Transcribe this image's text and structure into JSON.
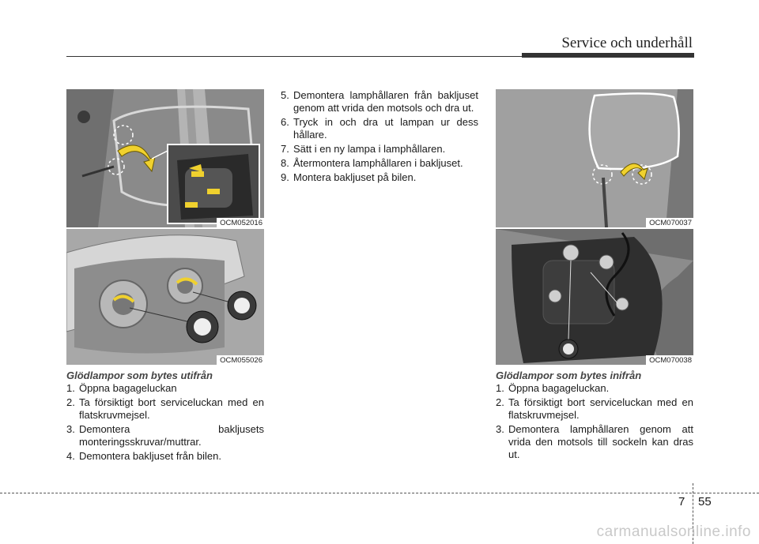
{
  "header": {
    "title": "Service och underhåll"
  },
  "figures": {
    "fig1": {
      "code": "OCM052016"
    },
    "fig2": {
      "code": "OCM055026"
    },
    "fig3": {
      "code": "OCM070037"
    },
    "fig4": {
      "code": "OCM070038"
    }
  },
  "left": {
    "title": "Glödlampor som bytes utifrån",
    "steps": [
      {
        "n": "1.",
        "text": "Öppna bagageluckan"
      },
      {
        "n": "2.",
        "text": "Ta försiktigt bort serviceluckan med en flatskruvmejsel."
      },
      {
        "n": "3.",
        "text": "Demontera bakljusets monteringsskruvar/muttrar."
      },
      {
        "n": "4.",
        "text": "Demontera bakljuset från bilen."
      }
    ]
  },
  "middle": {
    "steps": [
      {
        "n": "5.",
        "text": "Demontera lamphållaren från bakljuset genom att vrida den motsols och dra ut."
      },
      {
        "n": "6.",
        "text": "Tryck in och dra ut lampan ur dess hållare."
      },
      {
        "n": "7.",
        "text": "Sätt i en ny lampa i lamphållaren."
      },
      {
        "n": "8.",
        "text": "Återmontera lamphållaren i bakljuset."
      },
      {
        "n": "9.",
        "text": "Montera bakljuset på bilen."
      }
    ]
  },
  "right": {
    "title": "Glödlampor som bytes inifrån",
    "steps": [
      {
        "n": "1.",
        "text": "Öppna bagageluckan."
      },
      {
        "n": "2.",
        "text": "Ta försiktigt bort serviceluckan med en flatskruvmejsel."
      },
      {
        "n": "3.",
        "text": "Demontera lamphållaren genom att vrida den motsols till sockeln kan dras ut."
      }
    ]
  },
  "footer": {
    "chapter": "7",
    "page": "55",
    "watermark": "carmanualsonline.info"
  }
}
